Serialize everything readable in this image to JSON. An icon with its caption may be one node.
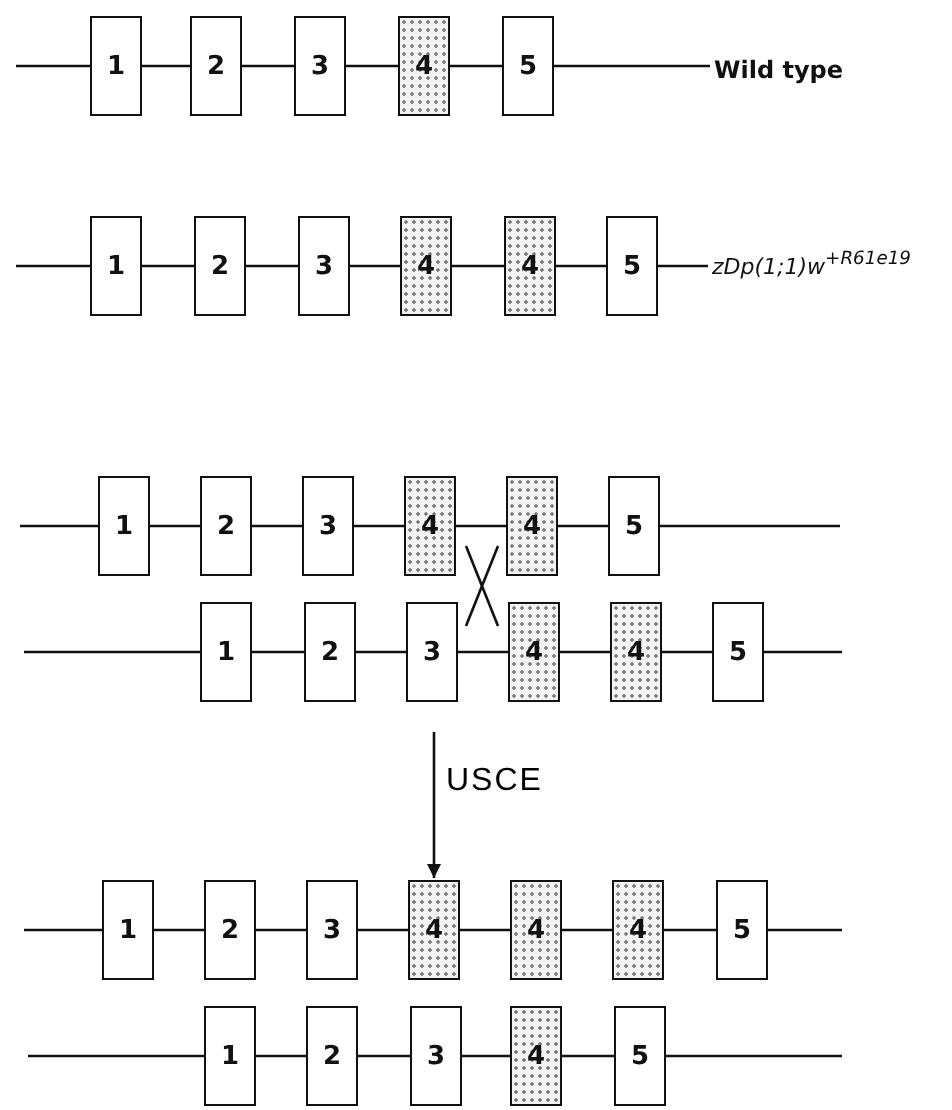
{
  "diagram": {
    "nodes": [
      {
        "text": [
          "1"
        ]
      },
      {
        "text": [
          "2"
        ]
      },
      {
        "text": [
          "3"
        ]
      },
      {
        "text": [
          "4"
        ]
      },
      {
        "text": [
          "5"
        ]
      },
      {
        "text": [
          "Wild type"
        ]
      },
      {
        "text": [
          "1"
        ]
      },
      {
        "text": [
          "2"
        ]
      },
      {
        "text": [
          "3"
        ]
      },
      {
        "text": [
          "4"
        ]
      },
      {
        "text": [
          "4"
        ]
      },
      {
        "text": [
          "5"
        ]
      },
      {
        "text": [
          "zDp(1;1)w$^{+R61e19}$"
        ]
      },
      {
        "text": [
          "1"
        ]
      },
      {
        "text": [
          "2"
        ]
      },
      {
        "text": [
          "3"
        ]
      },
      {
        "text": [
          "4"
        ]
      },
      {
        "text": [
          "4"
        ]
      },
      {
        "text": [
          "5"
        ]
      },
      {
        "text": [
          "1"
        ]
      },
      {
        "text": [
          "2"
        ]
      },
      {
        "text": [
          "3"
        ]
      },
      {
        "text": [
          "4"
        ]
      },
      {
        "text": [
          "4"
        ]
      },
      {
        "text": [
          "5"
        ]
      },
      {
        "text": [
          "1"
        ]
      },
      {
        "text": [
          "2"
        ]
      },
      {
        "text": [
          "3"
        ]
      },
      {
        "text": [
          "4"
        ]
      },
      {
        "text": [
          "4"
        ]
      },
      {
        "text": [
          "4"
        ]
      },
      {
        "text": [
          "5"
        ]
      },
      {
        "text": [
          "1"
        ]
      },
      {
        "text": [
          "2"
        ]
      },
      {
        "text": [
          "3"
        ]
      },
      {
        "text": [
          "4"
        ]
      },
      {
        "text": [
          "5"
        ]
      }
    ],
    "edges": [
      {
        "from": null,
        "to": 0,
        "arrow": "none"
      },
      {
        "from": 0,
        "to": 1,
        "arrow": "none"
      },
      {
        "from": 1,
        "to": 2,
        "arrow": "none"
      },
      {
        "from": 2,
        "to": 3,
        "arrow": "none"
      },
      {
        "from": 3,
        "to": 4,
        "arrow": "none"
      },
      {
        "from": 4,
        "to": 5,
        "arrow": "none"
      },
      {
        "from": null,
        "to": 6,
        "arrow": "none"
      },
      {
        "from": 6,
        "to": 7,
        "arrow": "none"
      },
      {
        "from": 7,
        "to": 8,
        "arrow": "none"
      },
      {
        "from": 8,
        "to": 9,
        "arrow": "none"
      },
      {
        "from": 9,
        "to": 10,
        "arrow": "none"
      },
      {
        "from": 10,
        "to": 11,
        "arrow": "none"
      },
      {
        "from": 11,
        "to": 12,
        "arrow": "none"
      },
      {
        "from": null,
        "to": 13,
        "arrow": "none"
      },
      {
        "from": 13,
        "to": 14,
        "arrow": "none"
      },
      {
        "from": 14,
        "to": 15,
        "arrow": "none"
      },
      {
        "from": 15,
        "to": 16,
        "arrow": "none"
      },
      {
        "from": 16,
        "to": 17,
        "arrow": "none"
      },
      {
        "from": 17,
        "to": 18,
        "arrow": "none"
      },
      {
        "from": 18,
        "to": null,
        "arrow": "none"
      },
      {
        "from": null,
        "to": 19,
        "arrow": "none"
      },
      {
        "from": 19,
        "to": 20,
        "arrow": "none"
      },
      {
        "from": 20,
        "to": 21,
        "arrow": "none"
      },
      {
        "from": 21,
        "to": 22,
        "arrow": "none"
      },
      {
        "from": 22,
        "to": 23,
        "arrow": "none"
      },
      {
        "from": 23,
        "to": 24,
        "arrow": "none"
      },
      {
        "from": 24,
        "to": null,
        "arrow": "none"
      },
      {
        "from": null,
        "to": 25,
        "arrow": "none"
      },
      {
        "from": 25,
        "to": 26,
        "arrow": "none"
      },
      {
        "from": 26,
        "to": 27,
        "arrow": "none"
      },
      {
        "from": 27,
        "to": 28,
        "arrow": "none"
      },
      {
        "from": 28,
        "to": 29,
        "arrow": "none"
      },
      {
        "from": 29,
        "to": 30,
        "arrow": "none"
      },
      {
        "from": 30,
        "to": 31,
        "arrow": "none"
      },
      {
        "from": 31,
        "to": null,
        "arrow": "none"
      },
      {
        "from": null,
        "to": 32,
        "arrow": "none"
      },
      {
        "from": 32,
        "to": 33,
        "arrow": "none"
      },
      {
        "from": 33,
        "to": 34,
        "arrow": "none"
      },
      {
        "from": 34,
        "to": 35,
        "arrow": "none"
      },
      {
        "from": 35,
        "to": 36,
        "arrow": "none"
      },
      {
        "from": 36,
        "to": null,
        "arrow": "none"
      },
      {
        "from": null,
        "to": 28,
        "arrow": "to",
        "label": "USCE"
      }
    ]
  }
}
